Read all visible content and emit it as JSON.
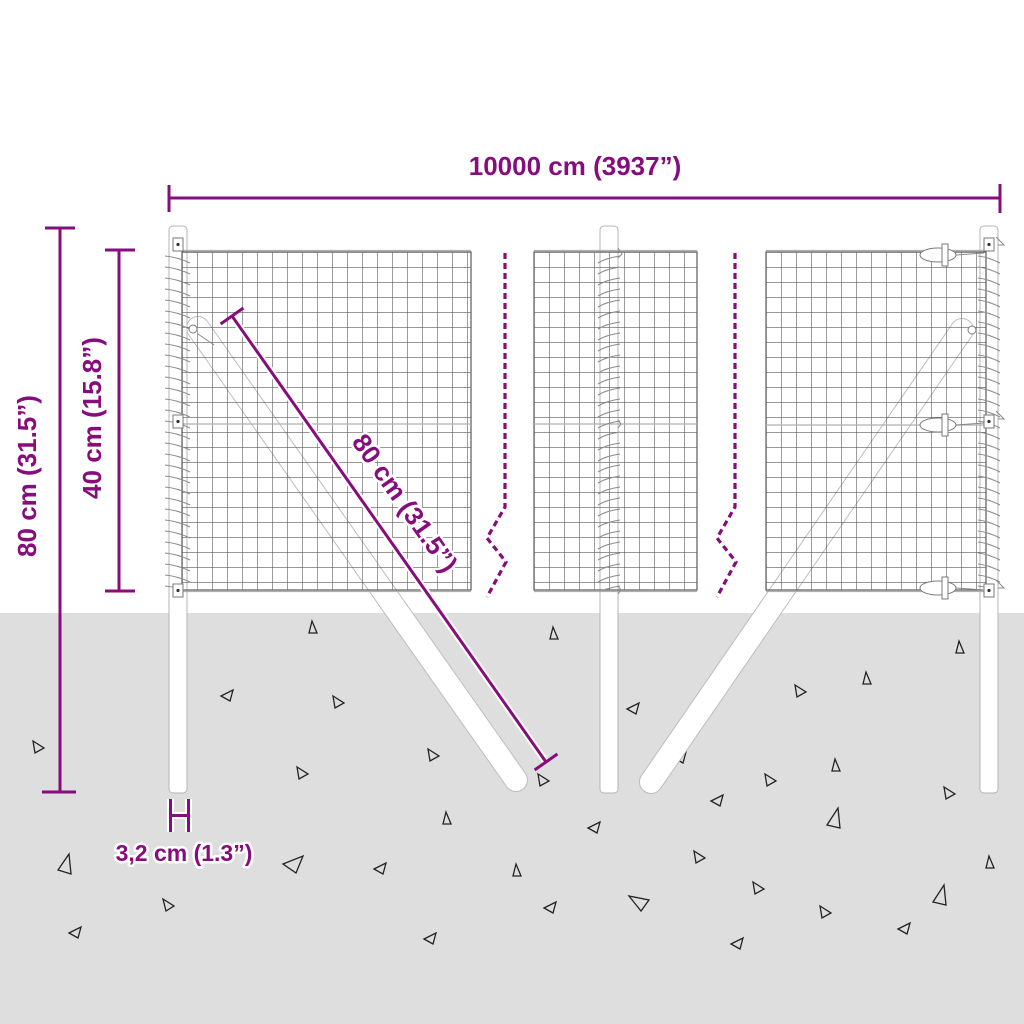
{
  "dimensions": {
    "total_length": {
      "label": "10000 cm (3937”)"
    },
    "total_height": {
      "label": "80 cm (31.5”)"
    },
    "mesh_height": {
      "label": "40 cm (15.8”)"
    },
    "brace_length": {
      "label": "80 cm (31.5”)"
    },
    "post_diameter": {
      "label": "3,2 cm (1.3”)"
    }
  },
  "colors": {
    "dimension_accent": "#870c7c",
    "ground": "#dedede",
    "mesh_wire": "#5a5a5a",
    "background": "#ffffff"
  }
}
